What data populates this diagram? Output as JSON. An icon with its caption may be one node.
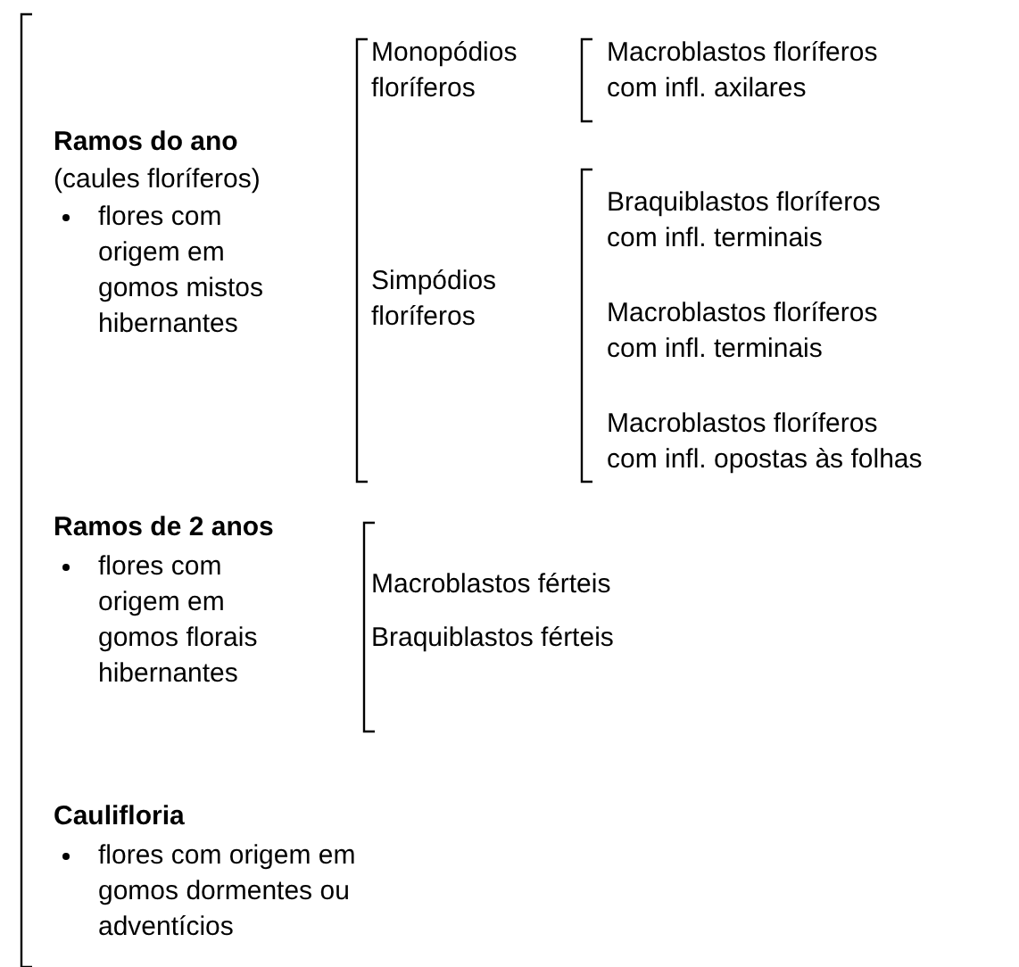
{
  "diagram": {
    "labels": [
      "Ramos do ano",
      "(caules floríferos)",
      "flores com origem em gomos mistos hibernantes",
      "Monopódios floríferos",
      "Macroblastos floríferos com infl. axilares",
      "Simpódios floríferos",
      "Braquiblastos floríferos com infl. terminais",
      "Macroblastos floríferos com infl. terminais",
      "Macroblastos floríferos com infl. opostas às folhas",
      "Ramos de 2 anos",
      "flores com origem em gomos florais hibernantes",
      "Macroblastos férteis",
      "Braquiblastos férteis",
      "Caulifloria",
      "flores com origem em gomos dormentes ou adventícios"
    ]
  }
}
